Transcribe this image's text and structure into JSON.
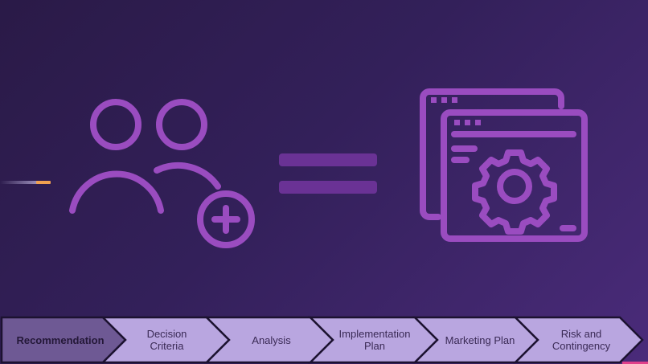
{
  "slide": {
    "colors": {
      "background_start": "#2a1a47",
      "background_end": "#4a2b7a",
      "icon_stroke": "#9a4cc0",
      "equals_fill": "#6a3295",
      "step_fill": "#b9a6e0",
      "step_active_fill": "#6e5994",
      "accent_orange": "#f0a050",
      "accent_pink": "#e0408a"
    },
    "icons": {
      "left": "add-user-group-icon",
      "middle": "equals-icon",
      "right": "settings-window-icon"
    }
  },
  "process_steps": [
    {
      "label": "Recommendation",
      "active": true
    },
    {
      "label": "Decision\nCriteria",
      "active": false
    },
    {
      "label": "Analysis",
      "active": false
    },
    {
      "label": "Implementation\nPlan",
      "active": false
    },
    {
      "label": "Marketing Plan",
      "active": false
    },
    {
      "label": "Risk and\nContingency",
      "active": false
    }
  ]
}
